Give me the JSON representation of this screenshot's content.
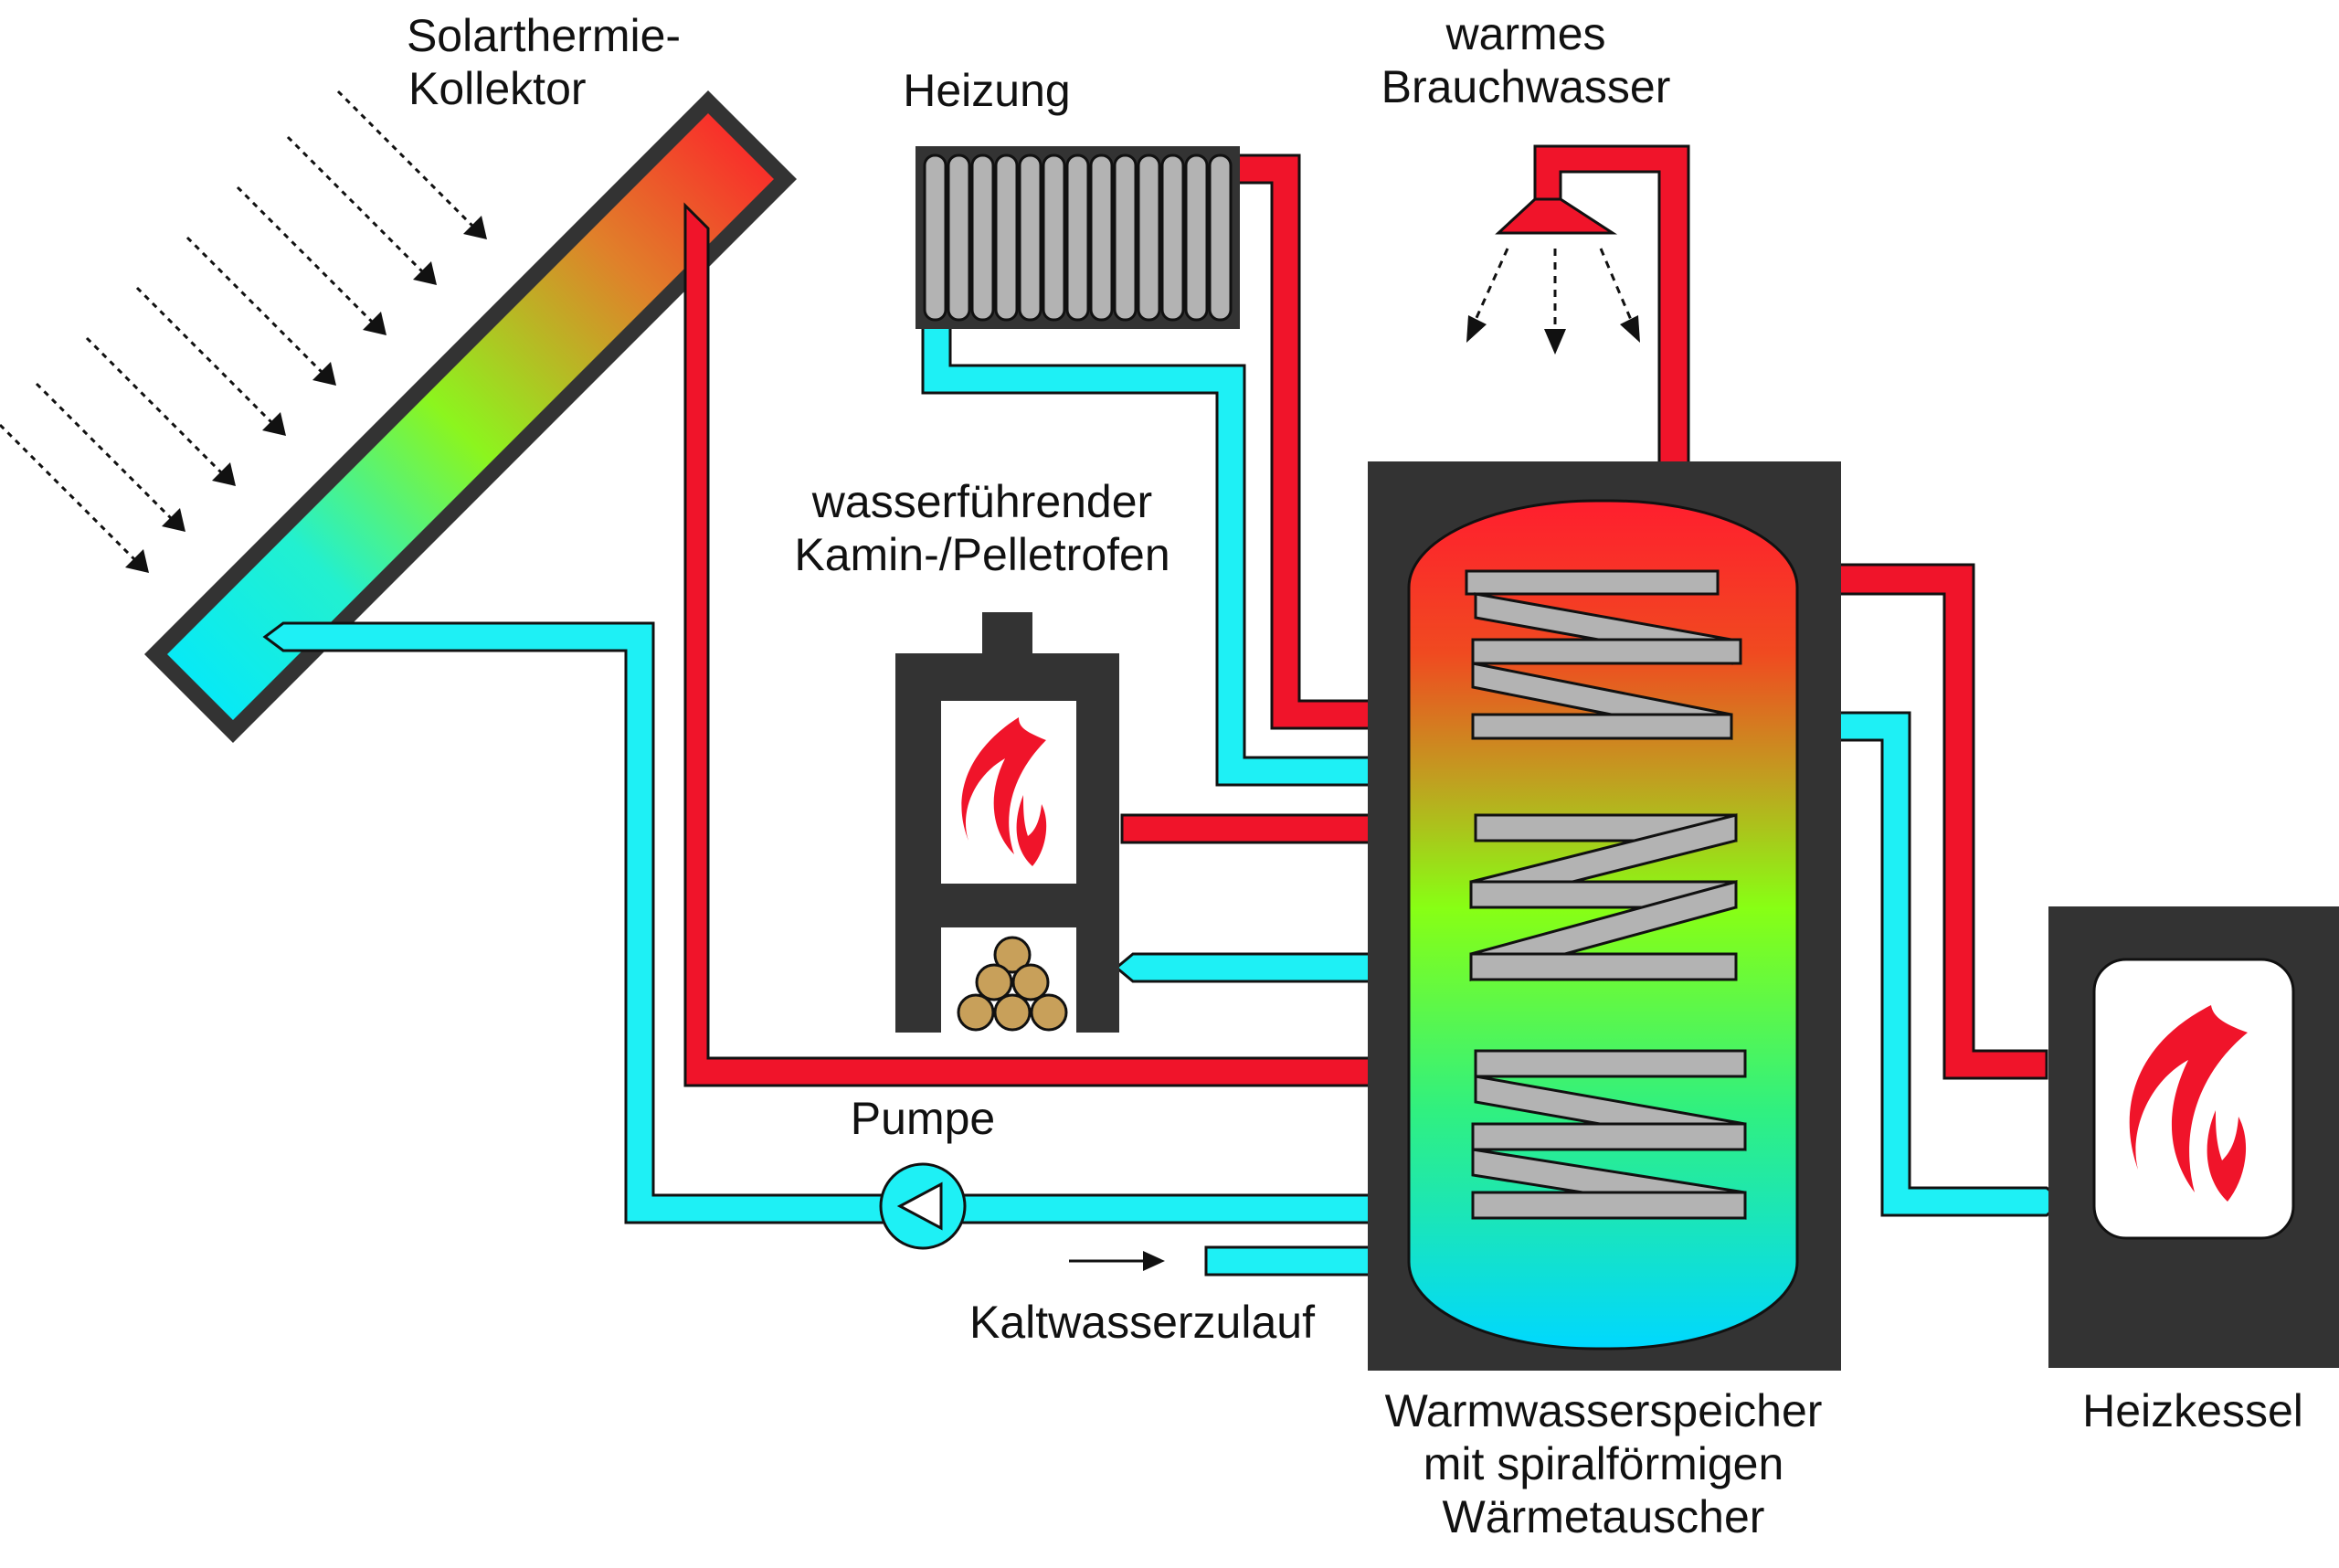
{
  "labels": {
    "collector_line1": "Solarthermie-",
    "collector_line2": "Kollektor",
    "heating": "Heizung",
    "hotwater_line1": "warmes",
    "hotwater_line2": "Brauchwasser",
    "stove_line1": "wasserführender",
    "stove_line2": "Kamin-/Pelletrofen",
    "pump": "Pumpe",
    "coldwater": "Kaltwasserzulauf",
    "tank_line1": "Warmwasserspeicher",
    "tank_line2": "mit spiralförmigen",
    "tank_line3": "Wärmetauscher",
    "boiler": "Heizkessel"
  },
  "colors": {
    "hot": "#f0142a",
    "cold": "#1ef0f5",
    "frame": "#333333",
    "coil": "#b3b3b3",
    "outline": "#111111",
    "wood": "#c8a05a"
  }
}
